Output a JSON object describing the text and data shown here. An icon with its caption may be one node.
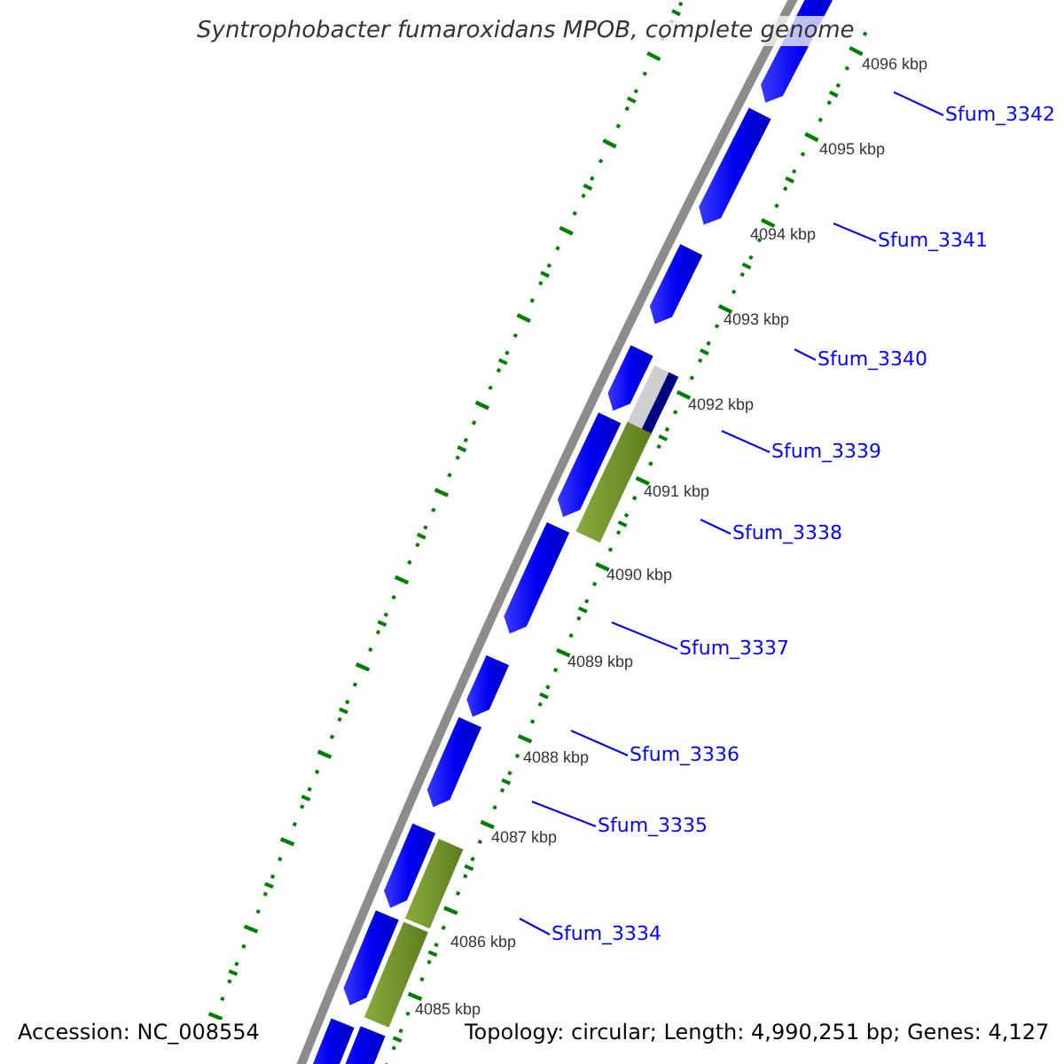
{
  "diagram": {
    "title": "Syntrophobacter fumaroxidans MPOB, complete genome",
    "nodes": [
      {
        "text": [
          "Sfum_3342"
        ]
      },
      {
        "text": [
          "Sfum_3341"
        ]
      },
      {
        "text": [
          "Sfum_3340"
        ]
      },
      {
        "text": [
          "Sfum_3339"
        ]
      },
      {
        "text": [
          "Sfum_3338"
        ]
      },
      {
        "text": [
          "Sfum_3337"
        ]
      },
      {
        "text": [
          "Sfum_3336"
        ]
      },
      {
        "text": [
          "Sfum_3335"
        ]
      },
      {
        "text": [
          "Sfum_3334"
        ]
      }
    ],
    "edges": [
      {
        "from": 0,
        "to": null,
        "arrow": "none"
      },
      {
        "from": 1,
        "to": null,
        "arrow": "none"
      },
      {
        "from": 2,
        "to": null,
        "arrow": "none"
      },
      {
        "from": 3,
        "to": null,
        "arrow": "none"
      },
      {
        "from": 4,
        "to": null,
        "arrow": "none"
      },
      {
        "from": 5,
        "to": null,
        "arrow": "none"
      },
      {
        "from": 6,
        "to": null,
        "arrow": "none"
      },
      {
        "from": 7,
        "to": null,
        "arrow": "none"
      },
      {
        "from": 8,
        "to": null,
        "arrow": "none"
      }
    ],
    "labels": [
      "4096 kbp",
      "4095 kbp",
      "4094 kbp",
      "4093 kbp",
      "4092 kbp",
      "4091 kbp",
      "4090 kbp",
      "4089 kbp",
      "4088 kbp",
      "4087 kbp",
      "4086 kbp",
      "4085 kbp",
      "Accession: NC_008554",
      "Topology: circular; Length: 4,990,251 bp; Genes: 4,127"
    ]
  }
}
